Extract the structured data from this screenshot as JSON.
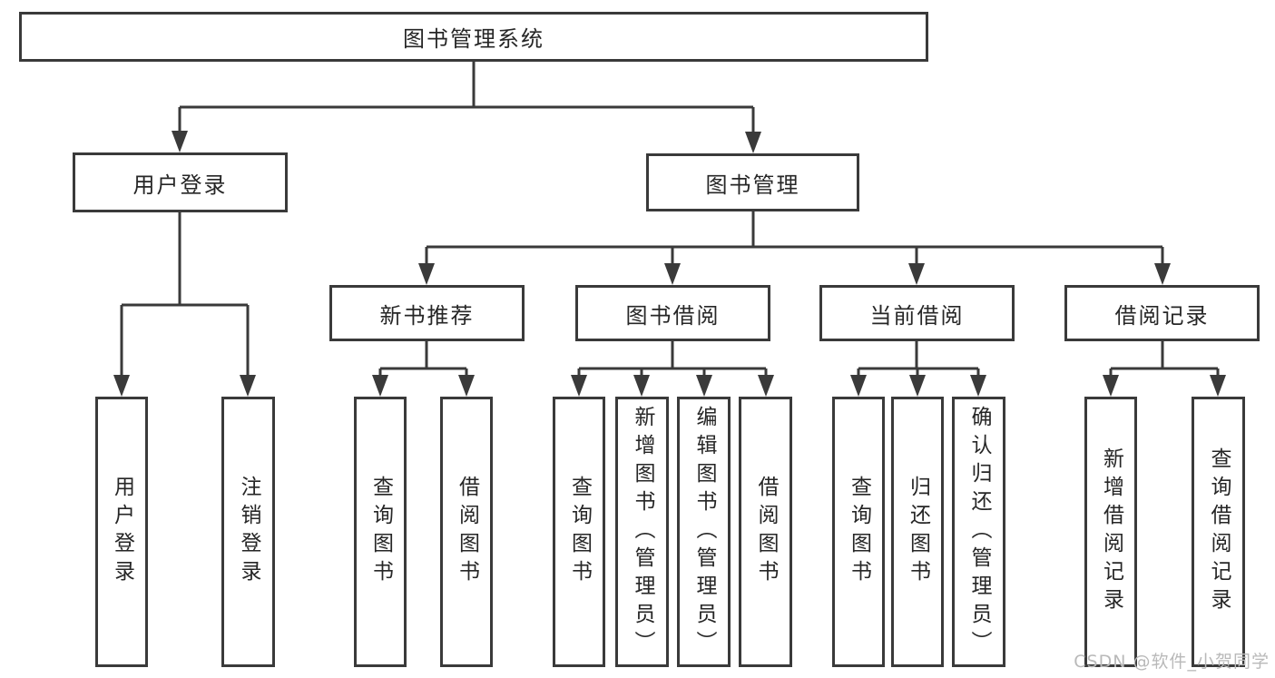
{
  "colors": {
    "line": "#3a3a3a",
    "text": "#262626",
    "watermark_gray": "#b9b9b9",
    "background": "#ffffff"
  },
  "diagram": {
    "root": {
      "label": "图书管理系统"
    },
    "level2": [
      {
        "label": "用户登录"
      },
      {
        "label": "图书管理"
      }
    ],
    "level3": [
      {
        "label": "新书推荐",
        "parent": "图书管理"
      },
      {
        "label": "图书借阅",
        "parent": "图书管理"
      },
      {
        "label": "当前借阅",
        "parent": "图书管理"
      },
      {
        "label": "借阅记录",
        "parent": "图书管理"
      }
    ],
    "leaves": [
      {
        "label": "用户登录",
        "parent": "用户登录"
      },
      {
        "label": "注销登录",
        "parent": "用户登录"
      },
      {
        "label": "查询图书",
        "parent": "新书推荐"
      },
      {
        "label": "借阅图书",
        "parent": "新书推荐"
      },
      {
        "label": "查询图书",
        "parent": "图书借阅"
      },
      {
        "label": "新增图书（管理员）",
        "parent": "图书借阅"
      },
      {
        "label": "编辑图书（管理员）",
        "parent": "图书借阅"
      },
      {
        "label": "借阅图书",
        "parent": "图书借阅"
      },
      {
        "label": "查询图书",
        "parent": "当前借阅"
      },
      {
        "label": "归还图书",
        "parent": "当前借阅"
      },
      {
        "label": "确认归还（管理员）",
        "parent": "当前借阅"
      },
      {
        "label": "新增借阅记录",
        "parent": "借阅记录"
      },
      {
        "label": "查询借阅记录",
        "parent": "借阅记录"
      }
    ]
  },
  "watermark": {
    "text": "CSDN @软件_小贺同学"
  }
}
